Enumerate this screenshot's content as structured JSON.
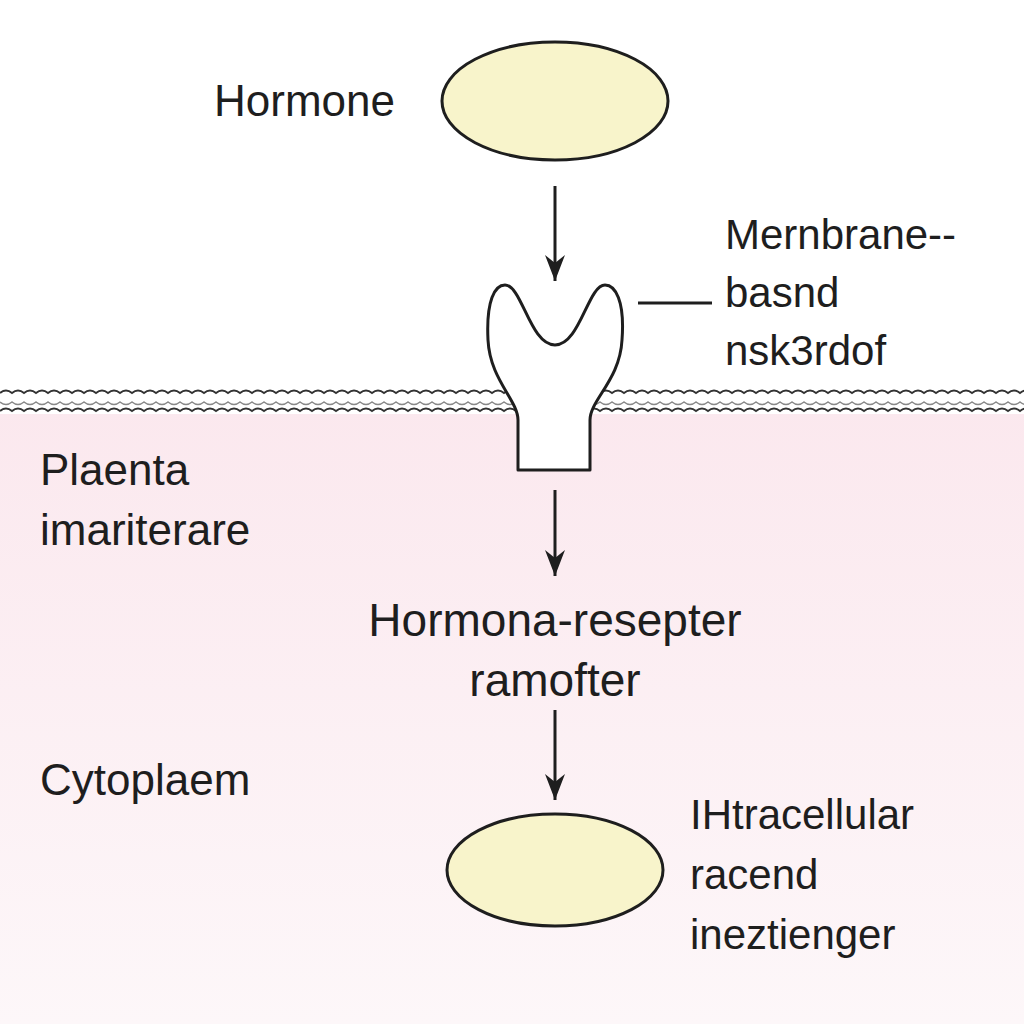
{
  "diagram": {
    "nodes": [
      {
        "text": [
          "Hormone"
        ]
      },
      {
        "text": [
          "Mernbrane-- basnd nsk3rdof"
        ]
      },
      {
        "text": [
          "Hormona-resepter ramofter"
        ]
      },
      {
        "text": [
          "IHtracellular racend ineztienger"
        ]
      }
    ],
    "edges": [
      {
        "from": 0,
        "to": 1,
        "arrow": "to"
      },
      {
        "from": 1,
        "to": 2,
        "arrow": "to"
      },
      {
        "from": 2,
        "to": 3,
        "arrow": "to"
      }
    ],
    "labels": [
      "Plaenta imariterare",
      "Cytoplaem"
    ]
  }
}
